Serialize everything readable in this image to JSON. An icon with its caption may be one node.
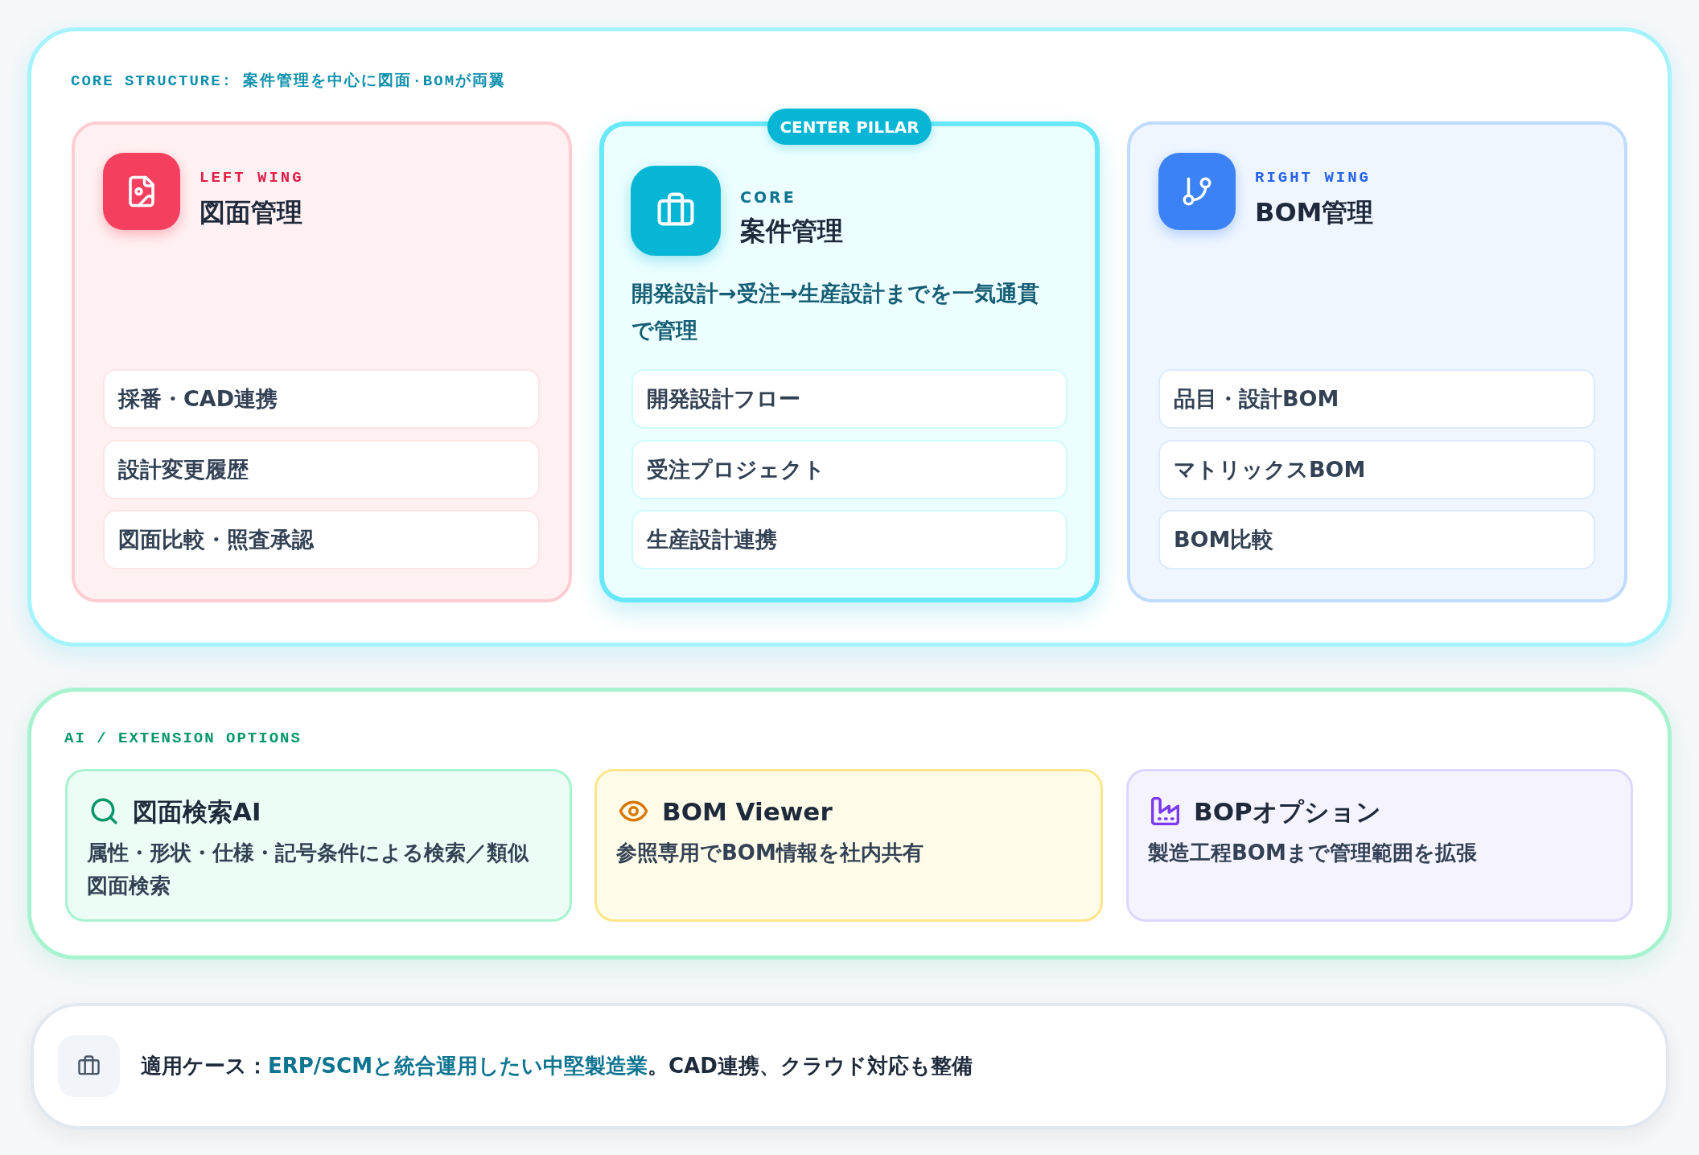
{
  "diagram": {
    "nodes": [
      {
        "text": [
          "CORE STRUCTURE: 案件管理を中心に図面·BOMが両翼"
        ]
      },
      {
        "text": [
          "LEFT WING",
          "図面管理"
        ],
        "in": 0
      },
      {
        "text": [
          "採番・CAD連携"
        ],
        "in": 1
      },
      {
        "text": [
          "設計変更履歴"
        ],
        "in": 1
      },
      {
        "text": [
          "図面比較・照査承認"
        ],
        "in": 1
      },
      {
        "text": [
          "CENTER PILLAR"
        ],
        "in": 0
      },
      {
        "text": [
          "CORE",
          "案件管理",
          "開発設計→受注→生産設計までを一気通貫で管理"
        ],
        "in": 0
      },
      {
        "text": [
          "開発設計フロー"
        ],
        "in": 6
      },
      {
        "text": [
          "受注プロジェクト"
        ],
        "in": 6
      },
      {
        "text": [
          "生産設計連携"
        ],
        "in": 6
      },
      {
        "text": [
          "RIGHT WING",
          "BOM管理"
        ],
        "in": 0
      },
      {
        "text": [
          "品目・設計BOM"
        ],
        "in": 10
      },
      {
        "text": [
          "マトリックスBOM"
        ],
        "in": 10
      },
      {
        "text": [
          "BOM比較"
        ],
        "in": 10
      },
      {
        "text": [
          "AI / EXTENSION OPTIONS"
        ]
      },
      {
        "text": [
          "図面検索AI",
          "属性・形状・仕様・記号条件による検索／類似図面検索"
        ],
        "in": 14
      },
      {
        "text": [
          "BOM Viewer",
          "参照専用でBOM情報を社内共有"
        ],
        "in": 14
      },
      {
        "text": [
          "BOPオプション",
          "製造工程BOMまで管理範囲を拡張"
        ],
        "in": 14
      },
      {
        "text": [
          "適用ケース：**ERP/SCMと統合運用したい中堅製造業**。CAD連携、クラウド対応も整備"
        ]
      }
    ]
  }
}
